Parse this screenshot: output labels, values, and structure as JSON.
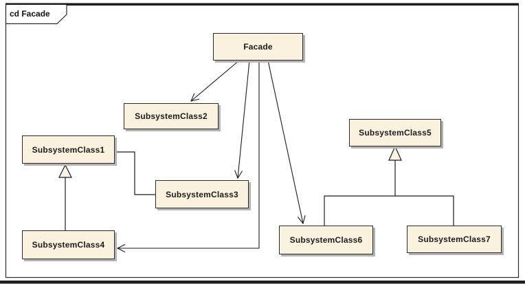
{
  "frame": {
    "label": "cd Facade",
    "type": "uml-class-diagram-frame"
  },
  "nodes": {
    "facade": {
      "label": "Facade"
    },
    "sc1": {
      "label": "SubsystemClass1"
    },
    "sc2": {
      "label": "SubsystemClass2"
    },
    "sc3": {
      "label": "SubsystemClass3"
    },
    "sc4": {
      "label": "SubsystemClass4"
    },
    "sc5": {
      "label": "SubsystemClass5"
    },
    "sc6": {
      "label": "SubsystemClass6"
    },
    "sc7": {
      "label": "SubsystemClass7"
    }
  },
  "connections": [
    {
      "from": "Facade",
      "to": "SubsystemClass2",
      "type": "directed-association-open-arrow"
    },
    {
      "from": "Facade",
      "to": "SubsystemClass3",
      "type": "directed-association-open-arrow"
    },
    {
      "from": "Facade",
      "to": "SubsystemClass4",
      "type": "directed-association-open-arrow"
    },
    {
      "from": "Facade",
      "to": "SubsystemClass6",
      "type": "directed-association-open-arrow"
    },
    {
      "from": "SubsystemClass4",
      "to": "SubsystemClass1",
      "type": "generalization-hollow-triangle"
    },
    {
      "from": "SubsystemClass6",
      "to": "SubsystemClass5",
      "type": "generalization-hollow-triangle"
    },
    {
      "from": "SubsystemClass7",
      "to": "SubsystemClass5",
      "type": "generalization-hollow-triangle"
    },
    {
      "from": "SubsystemClass1",
      "to": "SubsystemClass3",
      "type": "association-plain-line"
    }
  ],
  "colors": {
    "box_fill": "#FAF1DE",
    "box_border": "#2A2A2A",
    "box_shadow": "#B3B3B3",
    "line": "#1A1A1A",
    "background": "#FFFFFF",
    "triangle_fill": "#FBF4E5"
  }
}
